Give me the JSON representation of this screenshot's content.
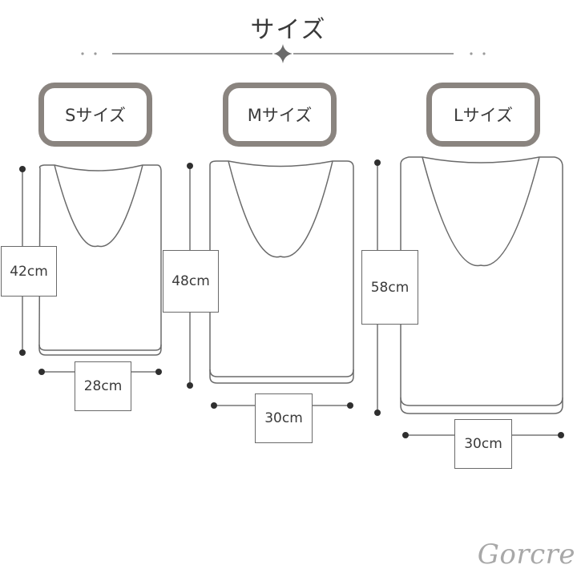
{
  "title": "サイズ",
  "sizes": [
    {
      "label": "Sサイズ",
      "length": "42cm",
      "width": "28cm"
    },
    {
      "label": "Mサイズ",
      "length": "48cm",
      "width": "30cm"
    },
    {
      "label": "Lサイズ",
      "length": "58cm",
      "width": "30cm"
    }
  ],
  "brand": "Gorcre",
  "colors": {
    "tab_border": "#8a847f",
    "line": "#5a5a5a",
    "text": "#3a3a3a",
    "brand": "#a8a8a8"
  },
  "icons": [
    "diamond-ornament-icon"
  ]
}
